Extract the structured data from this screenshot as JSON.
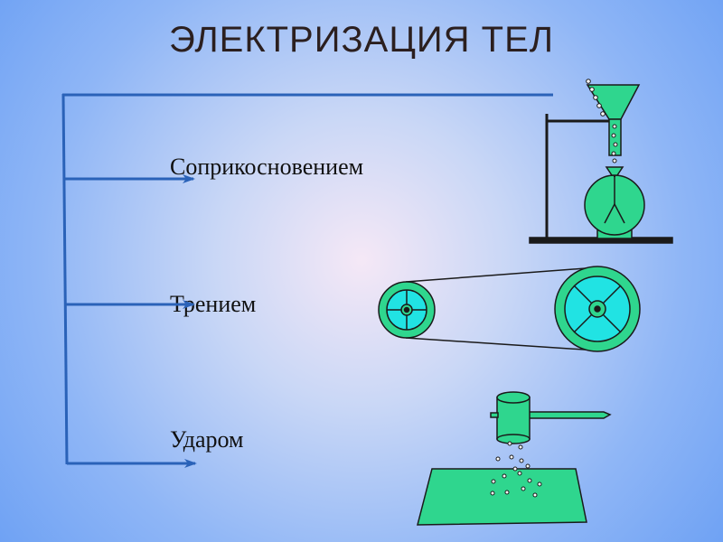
{
  "title": "ЭЛЕКТРИЗАЦИЯ ТЕЛ",
  "methods": [
    {
      "label": "Соприкосновением"
    },
    {
      "label": "Трением"
    },
    {
      "label": "Ударом"
    }
  ],
  "colors": {
    "arrow": "#2a62b8",
    "device_fill": "#2fd68e",
    "device_stroke": "#1a1a1a",
    "wheel_fill": "#21e3e3",
    "particle": "#ffffff"
  },
  "icons": [
    "funnel-electroscope",
    "belt-wheels",
    "hammer-plate"
  ]
}
